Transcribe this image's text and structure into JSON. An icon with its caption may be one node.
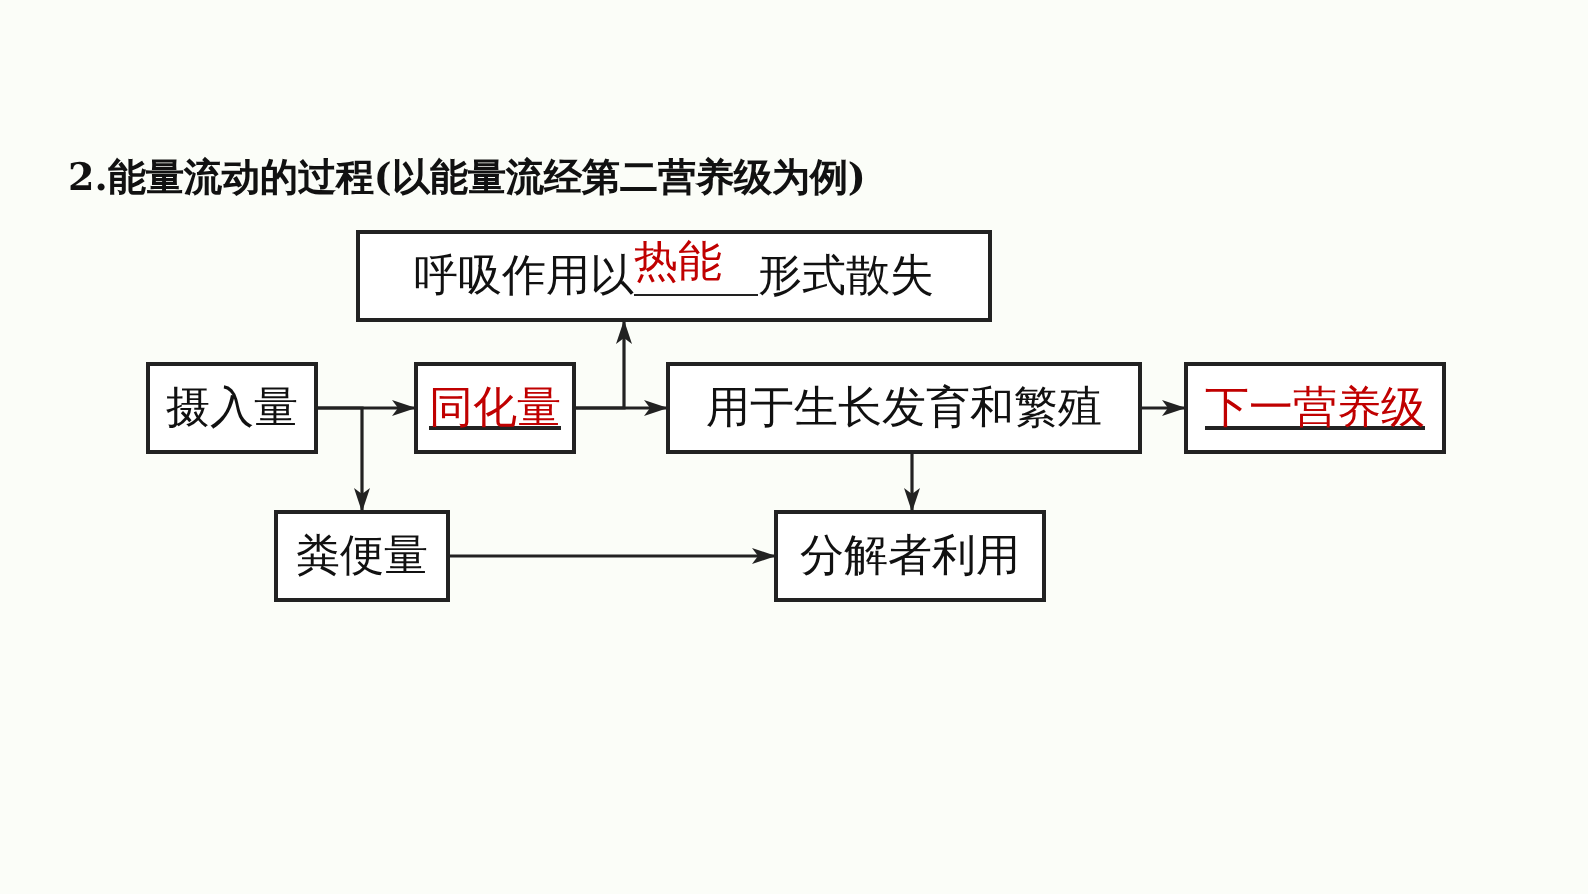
{
  "diagram": {
    "title": "2.能量流动的过程(以能量流经第二营养级为例)",
    "nodes": [
      {
        "text": [
          "呼吸作用以",
          "热能",
          "形式散失"
        ]
      },
      {
        "text": [
          "摄入量"
        ]
      },
      {
        "text": [
          "同化量"
        ]
      },
      {
        "text": [
          "用于生长发育和繁殖"
        ]
      },
      {
        "text": [
          "下一营养级"
        ]
      },
      {
        "text": [
          "粪便量"
        ]
      },
      {
        "text": [
          "分解者利用"
        ]
      }
    ],
    "edges": [
      {
        "from": 1,
        "to": 2,
        "arrow": "to"
      },
      {
        "from": 1,
        "to": 5,
        "arrow": "to"
      },
      {
        "from": 2,
        "to": 0,
        "arrow": "to"
      },
      {
        "from": 2,
        "to": 3,
        "arrow": "to"
      },
      {
        "from": 3,
        "to": 4,
        "arrow": "to"
      },
      {
        "from": 3,
        "to": 6,
        "arrow": "to"
      },
      {
        "from": 5,
        "to": 6,
        "arrow": "to"
      }
    ]
  }
}
